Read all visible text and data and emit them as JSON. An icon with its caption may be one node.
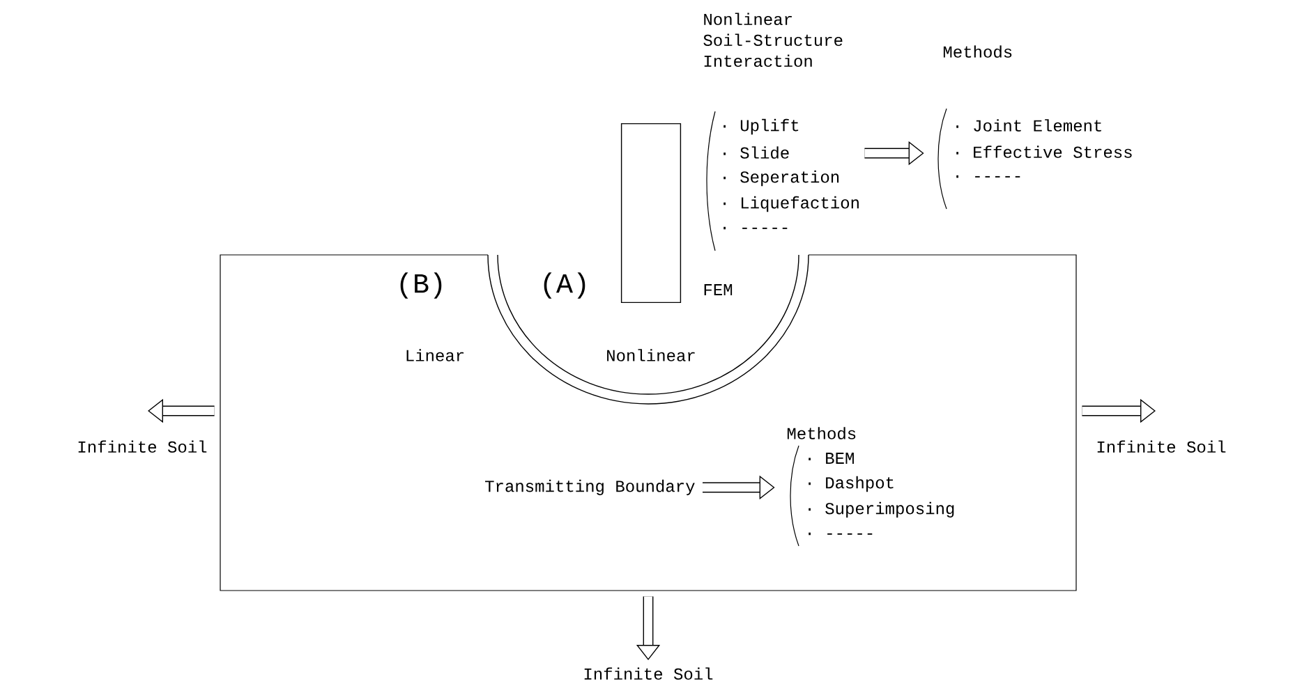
{
  "diagram": {
    "nodes": [
      {
        "text": [
          "(B)",
          "Linear"
        ]
      },
      {
        "text": [
          "(A)",
          "FEM",
          "Nonlinear"
        ],
        "in": 0
      },
      {
        "text": [],
        "shape": "box"
      },
      {
        "text": [
          "Nonlinear Soil-Structure Interaction",
          "· Uplift",
          "· Slide",
          "· Seperation",
          "· Liquefaction",
          "· -----"
        ]
      },
      {
        "text": [
          "Methods",
          "· Joint Element",
          "· Effective Stress",
          "· -----"
        ]
      },
      {
        "text": [
          "Transmitting Boundary"
        ],
        "in": 0
      },
      {
        "text": [
          "Methods",
          "· BEM",
          "· Dashpot",
          "· Superimposing",
          "· -----"
        ],
        "in": 0
      },
      {
        "text": [
          "Infinite Soil"
        ]
      },
      {
        "text": [
          "Infinite Soil"
        ]
      },
      {
        "text": [
          "Infinite Soil"
        ]
      }
    ],
    "edges": [
      {
        "from": 3,
        "to": 4,
        "arrow": "to"
      },
      {
        "from": 5,
        "to": 6,
        "arrow": "to"
      },
      {
        "from": 0,
        "to": 7,
        "arrow": "to"
      },
      {
        "from": 0,
        "to": 8,
        "arrow": "to"
      },
      {
        "from": 0,
        "to": 9,
        "arrow": "to"
      }
    ]
  }
}
